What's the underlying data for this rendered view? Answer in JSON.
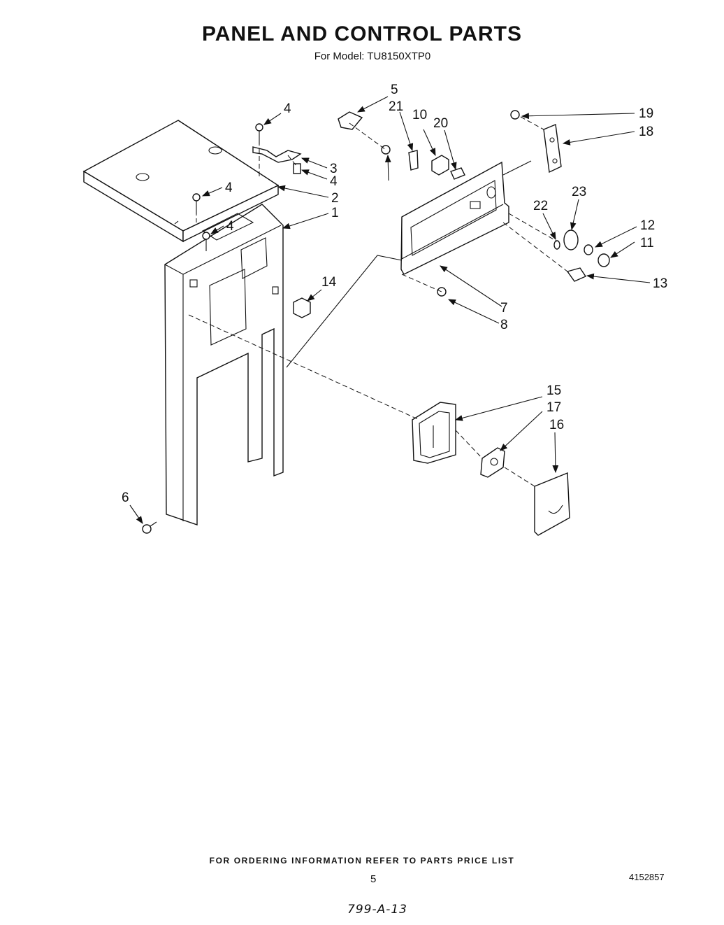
{
  "title": "PANEL AND CONTROL PARTS",
  "subtitle": "For Model: TU8150XTP0",
  "callouts": [
    "1",
    "2",
    "3",
    "4",
    "4",
    "4",
    "4",
    "5",
    "6",
    "7",
    "8",
    "10",
    "11",
    "12",
    "13",
    "14",
    "15",
    "16",
    "17",
    "18",
    "19",
    "20",
    "21",
    "22",
    "23"
  ],
  "footer": {
    "ordering_note": "FOR ORDERING INFORMATION REFER TO PARTS PRICE LIST",
    "page_number": "5",
    "document_number": "4152857",
    "handwritten_code": "799-A-13"
  }
}
